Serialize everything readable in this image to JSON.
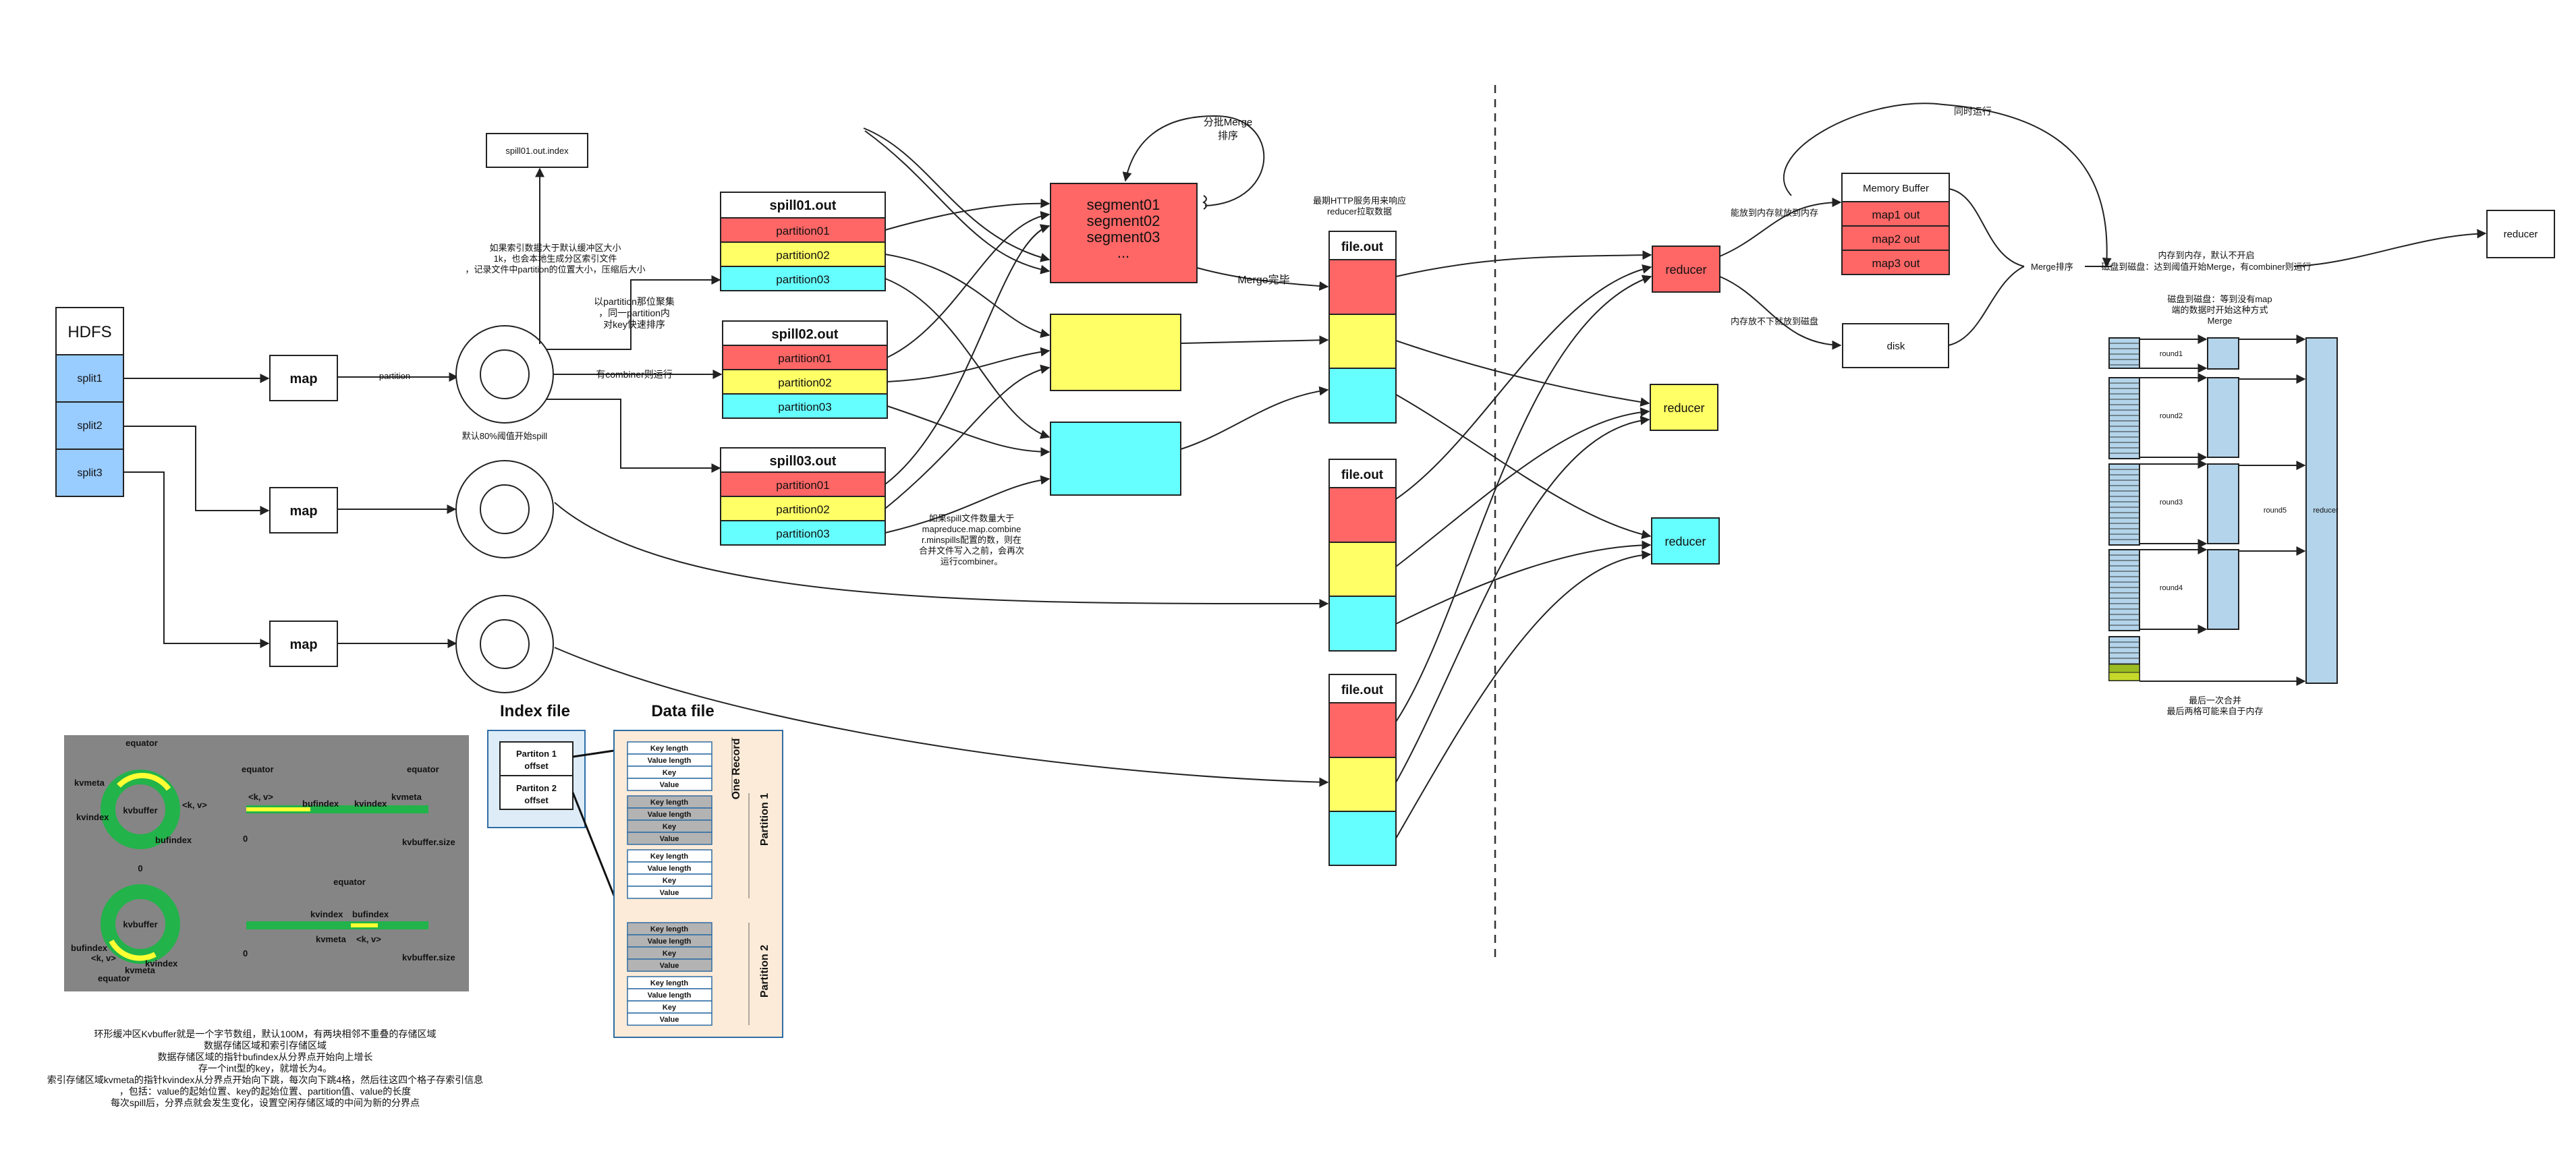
{
  "hdfs": {
    "title": "HDFS",
    "splits": [
      "split1",
      "split2",
      "split3"
    ]
  },
  "map_label": "map",
  "partition_label": "partition",
  "buffer_note": "默认80%阈值开始spill",
  "index_note": [
    "如果索引数据大于默认缓冲区大小",
    "1k，也会本地生成分区索引文件",
    "，记录文件中partition的位置大小，压缩后大小"
  ],
  "spill_index_file": "spill01.out.index",
  "sort_note": [
    "以partition那位聚集",
    "，同一partition内",
    "对key快速排序"
  ],
  "combiner_note": "有combiner则运行",
  "spills": [
    {
      "title": "spill01.out",
      "parts": [
        "partition01",
        "partition02",
        "partition03"
      ]
    },
    {
      "title": "spill02.out",
      "parts": [
        "partition01",
        "partition02",
        "partition03"
      ]
    },
    {
      "title": "spill03.out",
      "parts": [
        "partition01",
        "partition02",
        "partition03"
      ]
    }
  ],
  "segments": [
    "segment01",
    "segment02",
    "segment03",
    "..."
  ],
  "merge_loop_note": [
    "分批Merge",
    "排序"
  ],
  "merge_done": "Merge完毕",
  "spill_combine_note": [
    "如果spill文件数量大于",
    "mapreduce.map.combine",
    "r.minspills配置的数，则在",
    "合并文件写入之前，会再次",
    "运行combiner。"
  ],
  "http_note": [
    "最期HTTP服务用来响应",
    "reducer拉取数据"
  ],
  "file_out": "file.out",
  "reducer_label": "reducer",
  "concurrent_note": "同时运行",
  "memory_fits_note": "能放到内存就放到内存",
  "memory_overflow_note": "内存放不下就放到磁盘",
  "memory_buffer": {
    "title": "Memory Buffer",
    "items": [
      "map1 out",
      "map2 out",
      "map3 out"
    ]
  },
  "disk_label": "disk",
  "merge_sort_label": "Merge排序",
  "merge_note": [
    "内存到内存，默认不开启",
    "磁盘到磁盘：达到阈值开始Merge，有combiner则运行"
  ],
  "merge_disk_note": [
    "磁盘到磁盘：等到没有map",
    "端的数据时开始这种方式",
    "Merge"
  ],
  "rounds": [
    "round1",
    "round2",
    "round3",
    "round4",
    "round5"
  ],
  "final_reducer": "reducer",
  "final_merge_note": [
    "最后一次合并",
    "最后两格可能来自于内存"
  ],
  "kvbuffer": {
    "equator": "equator",
    "kvmeta": "kvmeta",
    "kvindex": "kvindex",
    "kvbuffer": "kvbuffer",
    "bufindex": "bufindex",
    "kv": "<k, v>",
    "zero": "0",
    "size": "kvbuffer.size"
  },
  "index_file": {
    "title": "Index file",
    "p1": [
      "Partiton 1",
      "offset"
    ],
    "p2": [
      "Partiton 2",
      "offset"
    ]
  },
  "data_file": {
    "title": "Data file",
    "record": [
      "Key length",
      "Value length",
      "Key",
      "Value"
    ],
    "one_record": "One Record",
    "partition1": "Partition 1",
    "partition2": "Partition 2"
  },
  "bottom_note": [
    "环形缓冲区Kvbuffer就是一个字节数组，默认100M，有两块相邻不重叠的存储区域",
    "数据存储区域和索引存储区域",
    "数据存储区域的指针bufindex从分界点开始向上增长",
    "存一个int型的key，就增长为4。",
    "索引存储区域kvmeta的指针kvindex从分界点开始向下跳，每次向下跳4格，然后往这四个格子存索引信息",
    "，包括：value的起始位置、key的起始位置、partition值、value的长度",
    "每次spill后，分界点就会发生变化，设置空闲存储区域的中间为新的分界点"
  ],
  "colors": {
    "red": "#ff6666",
    "yellow": "#ffff66",
    "cyan": "#66ffff",
    "blue": "#99ccff",
    "green": "#22b34a",
    "grey": "#858585"
  }
}
